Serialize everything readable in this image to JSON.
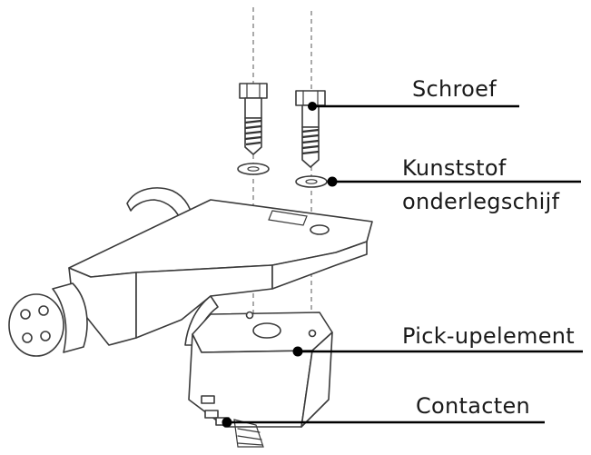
{
  "labels": {
    "screw": "Schroef",
    "washer_line1": "Kunststof",
    "washer_line2": "onderlegschijf",
    "cartridge": "Pick-upelement",
    "contacts": "Contacten"
  },
  "colors": {
    "line": "#000000",
    "outline": "#3a3a3a",
    "background": "#ffffff"
  }
}
